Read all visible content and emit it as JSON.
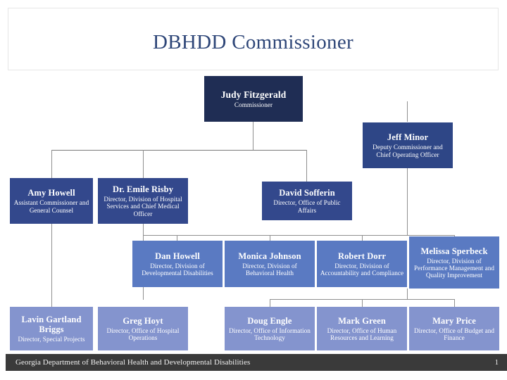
{
  "slide": {
    "title": "DBHDD Commissioner",
    "title_color": "#2e4678",
    "background": "#ffffff"
  },
  "footer": {
    "text": "Georgia Department of Behavioral Health and Developmental Disabilities",
    "page_number": "1",
    "bar_color": "#3a3a3a",
    "text_color": "#f2f2f2"
  },
  "org_chart": {
    "type": "organizational-chart",
    "level_colors": {
      "level1": "#1f2d54",
      "level2": "#2e4686",
      "level3": "#33488c",
      "level4": "#5a7ac2",
      "level5": "#8494ce"
    },
    "connector_color": "#8f8f8f",
    "nodes": [
      {
        "id": "commissioner",
        "name": "Judy Fitzgerald",
        "title": "Commissioner",
        "level": 1
      },
      {
        "id": "deputy",
        "name": "Jeff Minor",
        "title": "Deputy Commissioner and Chief Operating Officer",
        "level": 2
      },
      {
        "id": "general-counsel",
        "name": "Amy Howell",
        "title": "Assistant Commissioner and General Counsel",
        "level": 3
      },
      {
        "id": "hospital-services",
        "name": "Dr. Emile Risby",
        "title": "Director, Division of Hospital Services and Chief Medical Officer",
        "level": 3
      },
      {
        "id": "public-affairs",
        "name": "David Sofferin",
        "title": "Director, Office of Public Affairs",
        "level": 3
      },
      {
        "id": "developmental-disabilities",
        "name": "Dan Howell",
        "title": "Director, Division of Developmental Disabilities",
        "level": 4
      },
      {
        "id": "behavioral-health",
        "name": "Monica Johnson",
        "title": "Director, Division of Behavioral Health",
        "level": 4
      },
      {
        "id": "accountability-compliance",
        "name": "Robert Dorr",
        "title": "Director, Division of Accountability and Compliance",
        "level": 4
      },
      {
        "id": "performance-management",
        "name": "Melissa Sperbeck",
        "title": "Director, Division of Performance Management and Quality Improvement",
        "level": 4
      },
      {
        "id": "special-projects",
        "name": "Lavin Gartland Briggs",
        "title": "Director, Special Projects",
        "level": 5
      },
      {
        "id": "hospital-operations",
        "name": "Greg Hoyt",
        "title": "Director, Office of Hospital Operations",
        "level": 5
      },
      {
        "id": "information-technology",
        "name": "Doug Engle",
        "title": "Director, Office of Information Technology",
        "level": 5
      },
      {
        "id": "human-resources",
        "name": "Mark Green",
        "title": "Director, Office of Human Resources and Learning",
        "level": 5
      },
      {
        "id": "budget-finance",
        "name": "Mary Price",
        "title": "Director, Office of Budget and Finance",
        "level": 5
      }
    ]
  }
}
